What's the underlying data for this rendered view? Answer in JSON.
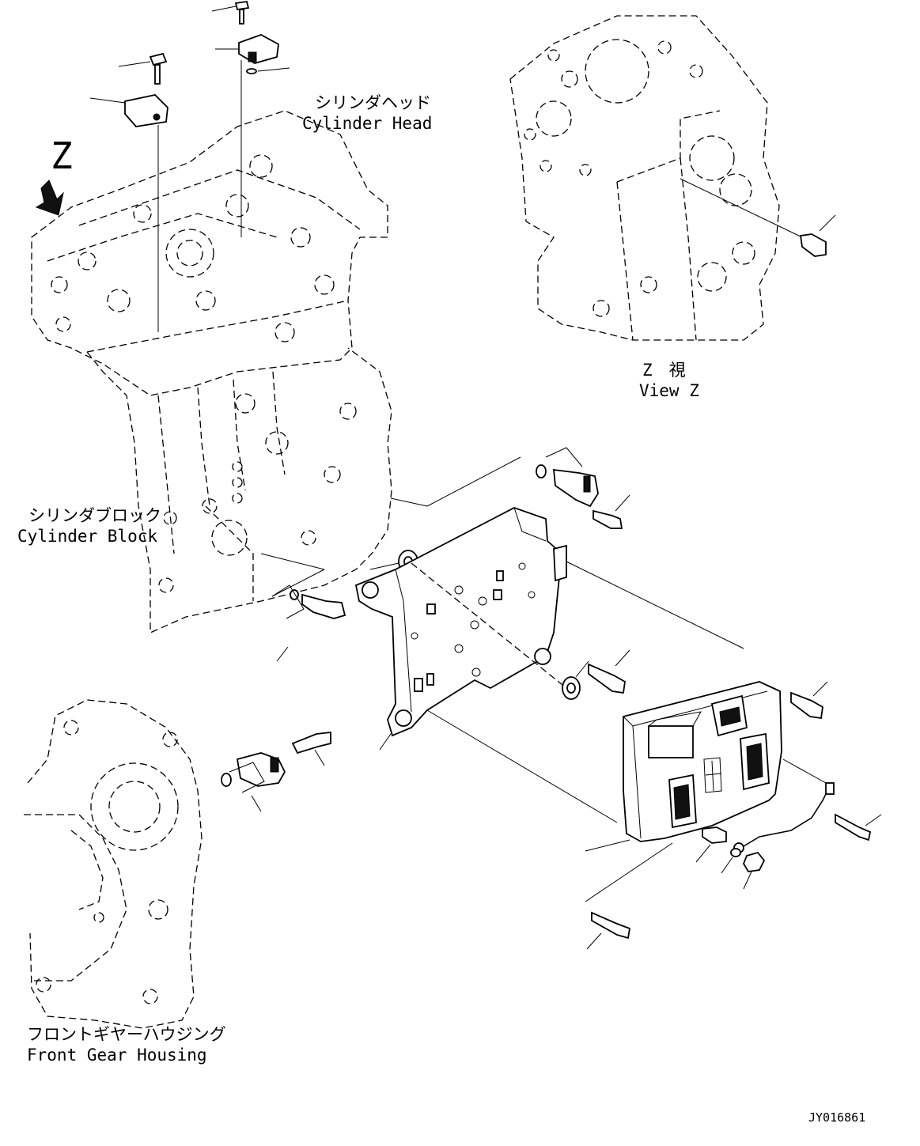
{
  "view_marker": "Z",
  "labels": {
    "cylinder_head_jp": "シリンダヘッド",
    "cylinder_head_en": "Cylinder Head",
    "view_z_jp": "Z　視",
    "view_z_en": "View Z",
    "cylinder_block_jp": "シリンダブロック",
    "cylinder_block_en": "Cylinder Block",
    "front_gear_housing_jp": "フロントギヤーハウジング",
    "front_gear_housing_en": "Front Gear Housing"
  },
  "drawing_code": "JY016861"
}
